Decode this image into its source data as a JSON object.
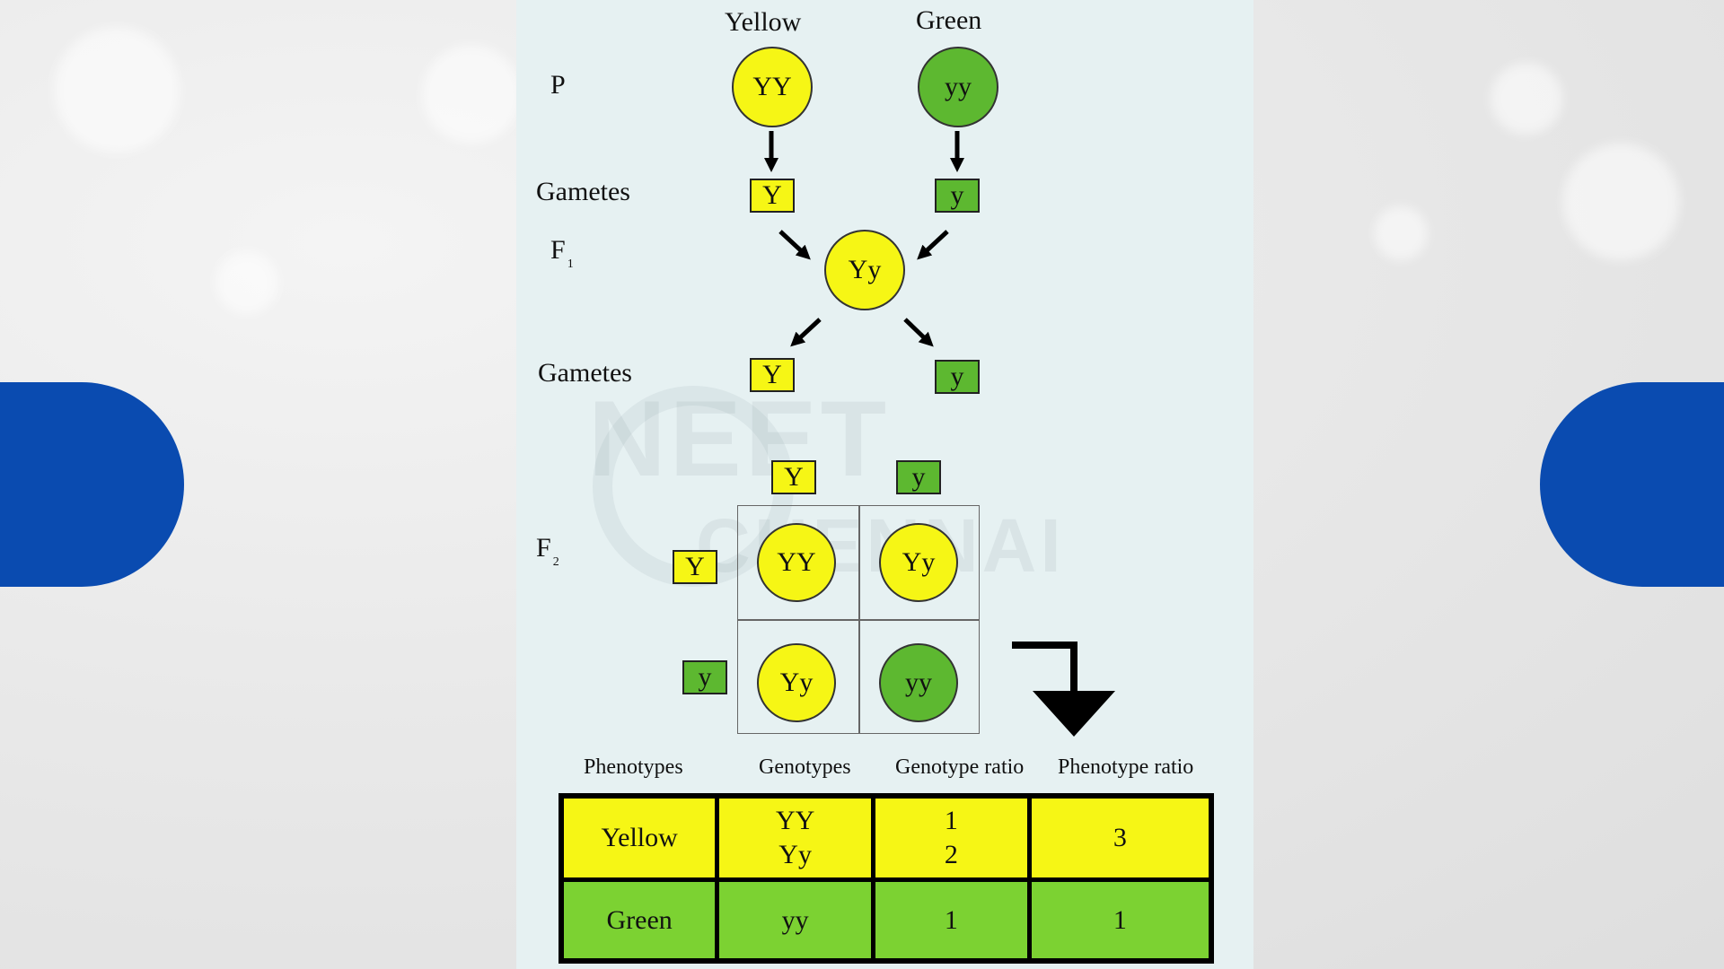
{
  "parents": {
    "yellow_label": "Yellow",
    "green_label": "Green",
    "p_label": "P",
    "yellow_genotype": "YY",
    "green_genotype": "yy"
  },
  "gametes1": {
    "label": "Gametes",
    "yellow": "Y",
    "green": "y"
  },
  "f1": {
    "label": "F",
    "sub": "1",
    "genotype": "Yy"
  },
  "gametes2": {
    "label": "Gametes",
    "yellow": "Y",
    "green": "y"
  },
  "f2": {
    "label": "F",
    "sub": "2",
    "col_headers": [
      "Y",
      "y"
    ],
    "row_headers": [
      "Y",
      "y"
    ],
    "cells": [
      "YY",
      "Yy",
      "Yy",
      "yy"
    ]
  },
  "table": {
    "headers": [
      "Phenotypes",
      "Genotypes",
      "Genotype ratio",
      "Phenotype ratio"
    ],
    "rows": [
      {
        "phenotype": "Yellow",
        "genotypes": [
          "YY",
          "Yy"
        ],
        "genotype_ratio": [
          "1",
          "2"
        ],
        "phenotype_ratio": "3"
      },
      {
        "phenotype": "Green",
        "genotypes": [
          "yy"
        ],
        "genotype_ratio": [
          "1"
        ],
        "phenotype_ratio": "1"
      }
    ]
  },
  "colors": {
    "yellow": "#f6f615",
    "green": "#5db830",
    "tab_blue": "#0a4bb0",
    "panel": "#e6f1f2"
  }
}
